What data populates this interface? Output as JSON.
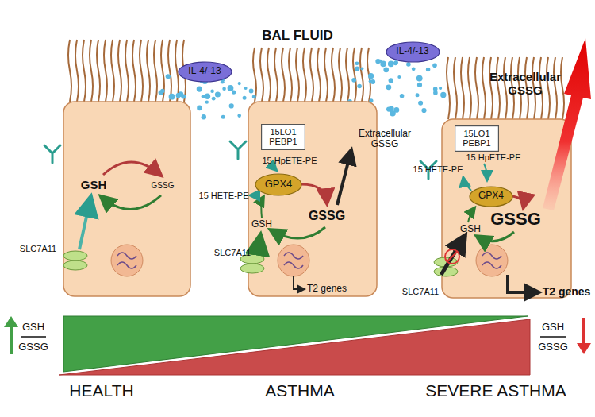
{
  "diagram": {
    "title": "BAL FLUID",
    "nodes": [
      {
        "text": [
          "IL-4/-13"
        ]
      },
      {
        "text": [
          "IL-4/-13"
        ]
      },
      {
        "text": [
          "15LO1 PEBP1"
        ]
      },
      {
        "text": [
          "GPX4"
        ]
      },
      {
        "text": [
          "15LO1 PEBP1"
        ]
      },
      {
        "text": [
          "GPX4"
        ]
      }
    ],
    "labels": [
      "GSH",
      "GSSG",
      "SLC7A11",
      "15 HpETE-PE",
      "15 HETE-PE",
      "GSH",
      "GSSG",
      "Extracellular GSSG",
      "SLC7A11",
      "T2 genes",
      "15 HpETE-PE",
      "15 HETE-PE",
      "GSH",
      "GSSG",
      "Extracellular GSSG",
      "SLC7A11",
      "T2 genes",
      "GSH",
      "GSSG",
      "GSH",
      "GSSG",
      "HEALTH",
      "ASTHMA",
      "SEVERE ASTHMA"
    ]
  }
}
